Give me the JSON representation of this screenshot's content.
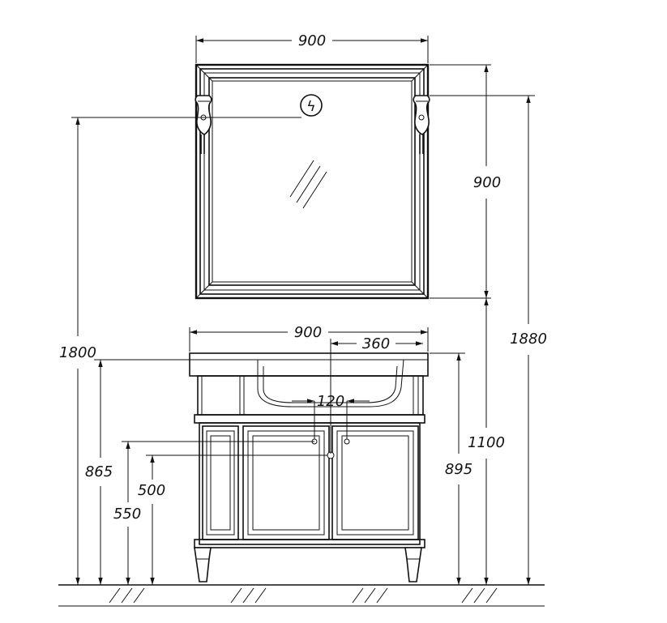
{
  "dimensions": {
    "mirror_width": "900",
    "mirror_height": "900",
    "lamp_height": "1800",
    "mirror_top_height": "1880",
    "mirror_bottom_height": "1100",
    "cabinet_width": "900",
    "sink_offset": "360",
    "drain_spacing": "120",
    "countertop_height": "865",
    "cabinet_top_height": "895",
    "supply_height": "550",
    "drain_height": "500"
  },
  "symbols": {
    "electrical_outlet": "ϟ"
  }
}
